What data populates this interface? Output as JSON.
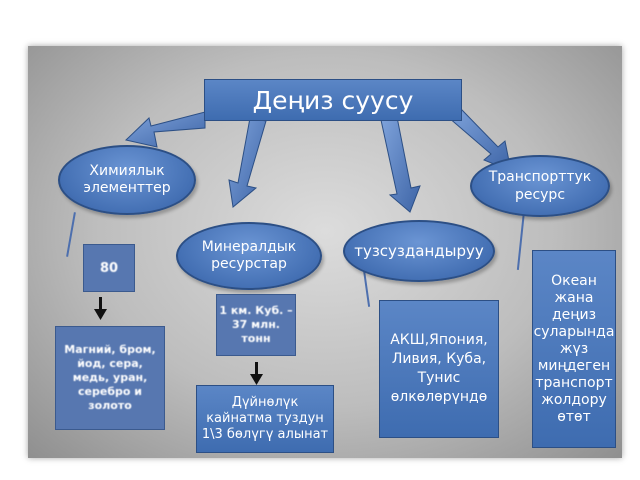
{
  "title": "Деңиз суусу",
  "nodes": {
    "chemical": "Химиялык элементтер",
    "transport_resource": "Транспорттук ресурс",
    "mineral": "Минералдык ресурстар",
    "desalination": "тузсуздандыруу",
    "ocean_routes": "Океан жана деңиз суларында жүз миңдеген транспорт жолдору өтөт",
    "count_80": "80",
    "elements_list": "Магний, бром, йод, сера, медь, уран, серебро и золото",
    "volume": "1 км. Куб. – 37 млн. тонн",
    "countries": "АКШ,Япония, Ливия, Куба, Тунис өлкөлөрүндө",
    "salt_share": "Дүйнөлүк кайнатма туздун 1\\3 бөлүгү алынат"
  },
  "colors": {
    "box": "#4a76b8",
    "border": "#2c4f85",
    "background": "#bdbdbd"
  }
}
